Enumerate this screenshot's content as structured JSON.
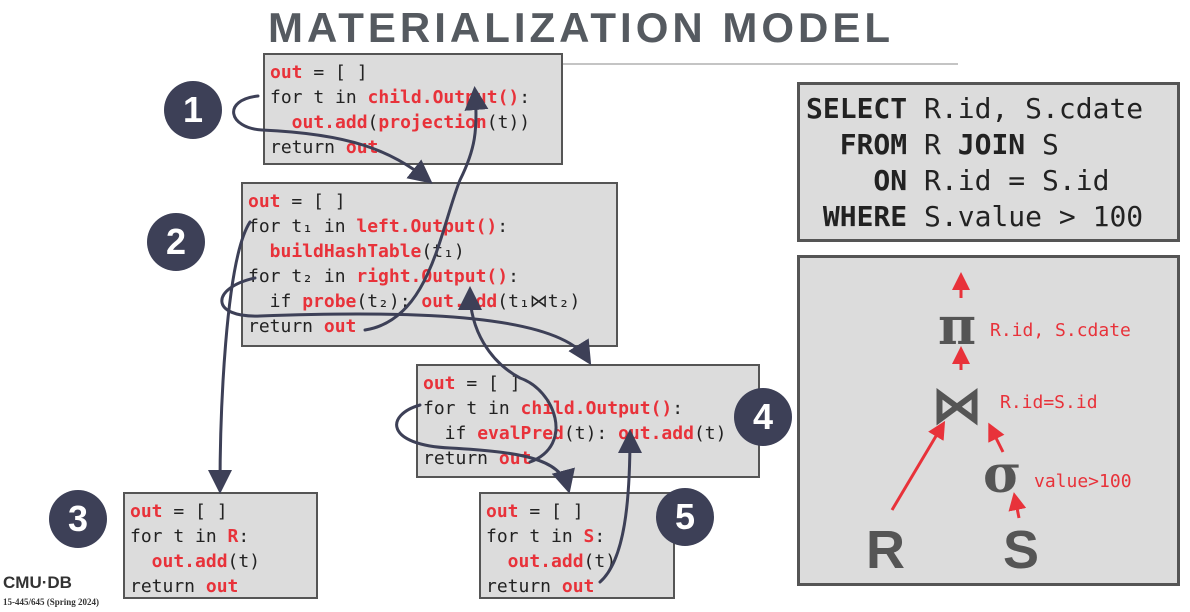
{
  "title": "MATERIALIZATION MODEL",
  "footer": {
    "logo": "CMU·DB",
    "course": "15-445/645 (Spring 2024)"
  },
  "badges": [
    "1",
    "2",
    "3",
    "4",
    "5"
  ],
  "boxes": {
    "projection": [
      [
        {
          "t": "out",
          "c": "red"
        },
        {
          "t": " = [ ]",
          "c": "blk"
        }
      ],
      [
        {
          "t": "for t in ",
          "c": "blk"
        },
        {
          "t": "child.Output()",
          "c": "red"
        },
        {
          "t": ":",
          "c": "blk"
        }
      ],
      [
        {
          "t": "  out.add",
          "c": "red"
        },
        {
          "t": "(",
          "c": "blk"
        },
        {
          "t": "projection",
          "c": "red"
        },
        {
          "t": "(t))",
          "c": "blk"
        }
      ],
      [
        {
          "t": "return ",
          "c": "blk"
        },
        {
          "t": "out",
          "c": "red"
        }
      ]
    ],
    "join": [
      [
        {
          "t": "out",
          "c": "red"
        },
        {
          "t": " = [ ]",
          "c": "blk"
        }
      ],
      [
        {
          "t": "for t₁ in ",
          "c": "blk"
        },
        {
          "t": "left.Output()",
          "c": "red"
        },
        {
          "t": ":",
          "c": "blk"
        }
      ],
      [
        {
          "t": "  buildHashTable",
          "c": "red"
        },
        {
          "t": "(t₁)",
          "c": "blk"
        }
      ],
      [
        {
          "t": "for t₂ in ",
          "c": "blk"
        },
        {
          "t": "right.Output()",
          "c": "red"
        },
        {
          "t": ":",
          "c": "blk"
        }
      ],
      [
        {
          "t": "  if ",
          "c": "blk"
        },
        {
          "t": "probe",
          "c": "red"
        },
        {
          "t": "(t₂): ",
          "c": "blk"
        },
        {
          "t": "out.add",
          "c": "red"
        },
        {
          "t": "(t₁⋈t₂)",
          "c": "blk"
        }
      ],
      [
        {
          "t": "return ",
          "c": "blk"
        },
        {
          "t": "out",
          "c": "red"
        }
      ]
    ],
    "filter": [
      [
        {
          "t": "out",
          "c": "red"
        },
        {
          "t": " = [ ]",
          "c": "blk"
        }
      ],
      [
        {
          "t": "for t in ",
          "c": "blk"
        },
        {
          "t": "child.Output()",
          "c": "red"
        },
        {
          "t": ":",
          "c": "blk"
        }
      ],
      [
        {
          "t": "  if ",
          "c": "blk"
        },
        {
          "t": "evalPred",
          "c": "red"
        },
        {
          "t": "(t): ",
          "c": "blk"
        },
        {
          "t": "out.add",
          "c": "red"
        },
        {
          "t": "(t)",
          "c": "blk"
        }
      ],
      [
        {
          "t": "return ",
          "c": "blk"
        },
        {
          "t": "out",
          "c": "red"
        }
      ]
    ],
    "scan_r": [
      [
        {
          "t": "out",
          "c": "red"
        },
        {
          "t": " = [ ]",
          "c": "blk"
        }
      ],
      [
        {
          "t": "for t in ",
          "c": "blk"
        },
        {
          "t": "R",
          "c": "red"
        },
        {
          "t": ":",
          "c": "blk"
        }
      ],
      [
        {
          "t": "  out.add",
          "c": "red"
        },
        {
          "t": "(t)",
          "c": "blk"
        }
      ],
      [
        {
          "t": "return ",
          "c": "blk"
        },
        {
          "t": "out",
          "c": "red"
        }
      ]
    ],
    "scan_s": [
      [
        {
          "t": "out",
          "c": "red"
        },
        {
          "t": " = [ ]",
          "c": "blk"
        }
      ],
      [
        {
          "t": "for t in ",
          "c": "blk"
        },
        {
          "t": "S",
          "c": "red"
        },
        {
          "t": ":",
          "c": "blk"
        }
      ],
      [
        {
          "t": "  out.add",
          "c": "red"
        },
        {
          "t": "(t)",
          "c": "blk"
        }
      ],
      [
        {
          "t": "return ",
          "c": "blk"
        },
        {
          "t": "out",
          "c": "red"
        }
      ]
    ]
  },
  "sql": [
    [
      {
        "t": "SELECT",
        "c": "kw"
      },
      {
        "t": " R.id, S.cdate",
        "c": "blk"
      }
    ],
    [
      {
        "t": "  FROM",
        "c": "kw"
      },
      {
        "t": " R ",
        "c": "blk"
      },
      {
        "t": "JOIN",
        "c": "kw"
      },
      {
        "t": " S",
        "c": "blk"
      }
    ],
    [
      {
        "t": "    ON",
        "c": "kw"
      },
      {
        "t": " R.id = S.id",
        "c": "blk"
      }
    ],
    [
      {
        "t": " WHERE",
        "c": "kw"
      },
      {
        "t": " S.value > 100",
        "c": "blk"
      }
    ]
  ],
  "plan": {
    "pi_symbol": "π",
    "pi_label": "R.id, S.cdate",
    "join_symbol": "⋈",
    "join_label": "R.id=S.id",
    "sigma_symbol": "σ",
    "sigma_label": "value>100",
    "left_leaf": "R",
    "right_leaf": "S"
  },
  "colors": {
    "accent": "#e8323a",
    "badge": "#3d4057",
    "flow": "#3d4057",
    "box": "#dcdcdc"
  }
}
